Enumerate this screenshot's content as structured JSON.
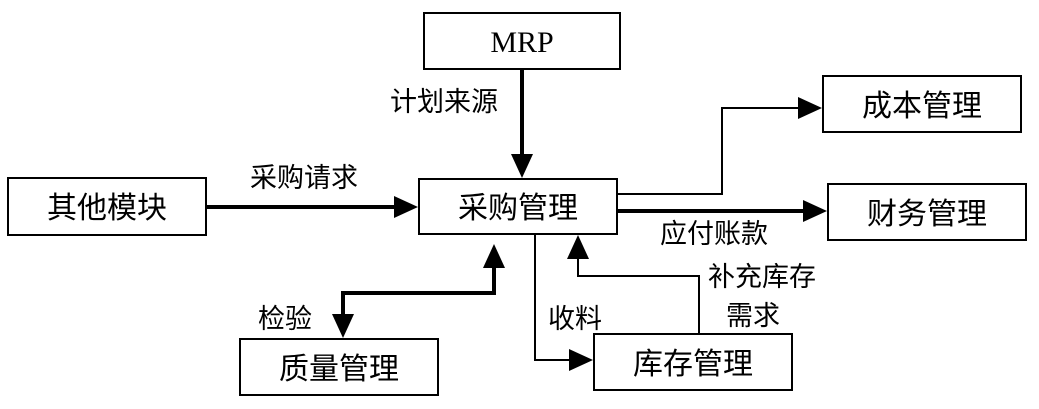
{
  "diagram": {
    "nodes": {
      "mrp": "MRP",
      "other_modules": "其他模块",
      "purchasing": "采购管理",
      "cost": "成本管理",
      "finance": "财务管理",
      "quality": "质量管理",
      "inventory": "库存管理"
    },
    "edges": {
      "plan_source": "计划来源",
      "purchase_request": "采购请求",
      "payable": "应付账款",
      "inspection": "检验",
      "receiving": "收料",
      "replenish_line1": "补充库存",
      "replenish_line2": "需求"
    },
    "colors": {
      "stroke": "#000000",
      "fill": "#ffffff"
    }
  }
}
